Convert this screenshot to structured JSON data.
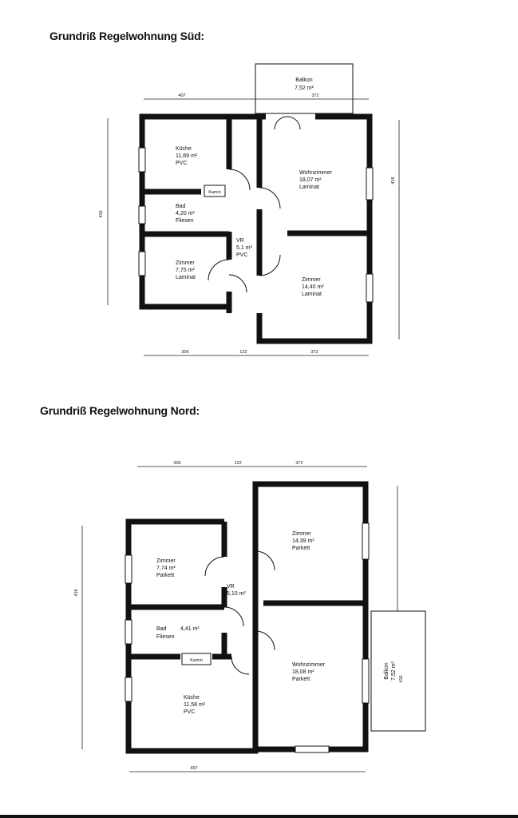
{
  "titles": {
    "sued": "Grundriß Regelwohnung Süd:",
    "nord": "Grundriß Regelwohnung Nord:"
  },
  "sued": {
    "balkon": {
      "name": "Balkon",
      "area": "7,52 m²"
    },
    "kueche": {
      "name": "Küche",
      "area": "11,69 m²",
      "floor": "PVC"
    },
    "bad": {
      "name": "Bad",
      "area": "4,20 m²",
      "floor": "Fliesen"
    },
    "zimmer1": {
      "name": "Zimmer",
      "area": "7,75 m²",
      "floor": "Laminat"
    },
    "vr": {
      "name": "VR",
      "area": "5,1 m²",
      "floor": "PVC"
    },
    "wohnzimmer": {
      "name": "Wohnzimmer",
      "area": "18,07 m²",
      "floor": "Laminat"
    },
    "zimmer2": {
      "name": "Zimmer",
      "area": "14,40 m²",
      "floor": "Laminat"
    },
    "kamin": "Kamin",
    "dims": {
      "top_left": "407",
      "top_right": "372",
      "bottom_a": "306",
      "bottom_b": "122",
      "bottom_c": "372",
      "left_total": "416",
      "right_total": "416"
    }
  },
  "nord": {
    "zimmer_small": {
      "name": "Zimmer",
      "area": "7,74 m²",
      "floor": "Parkett"
    },
    "vr": {
      "name": "VR",
      "area": "5,10 m²"
    },
    "bad": {
      "name": "Bad",
      "area": "4,41 m²",
      "floor": "Fliesen"
    },
    "kueche": {
      "name": "Küche",
      "area": "11,58 m²",
      "floor": "PVC"
    },
    "zimmer_large": {
      "name": "Zimmer",
      "area": "14,39 m²",
      "floor": "Parkett"
    },
    "wohnzimmer": {
      "name": "Wohnzimmer",
      "area": "18,08 m²",
      "floor": "Parkett"
    },
    "balkon": {
      "name": "Balkon",
      "area": "7,52 m²"
    },
    "kamin": "Kamin",
    "dims": {
      "top_a": "306",
      "top_b": "122",
      "top_c": "372",
      "bottom": "407",
      "left_total": "416",
      "right_total": "416"
    }
  }
}
